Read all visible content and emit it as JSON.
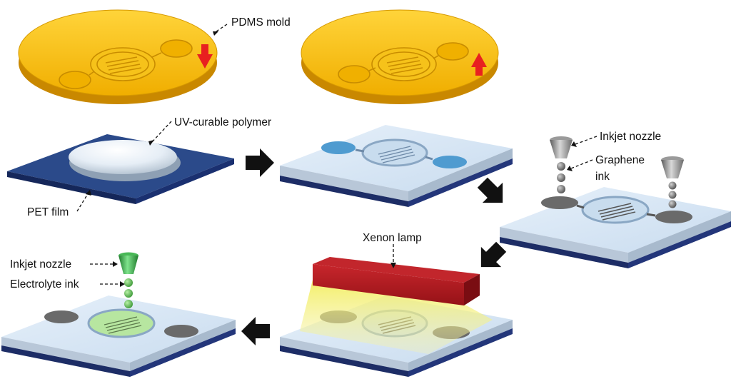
{
  "labels": {
    "pdms_mold": "PDMS mold",
    "uv_polymer": "UV-curable polymer",
    "pet_film": "PET film",
    "inkjet_nozzle_1": "Inkjet nozzle",
    "graphene_ink_line1": "Graphene",
    "graphene_ink_line2": "ink",
    "xenon_lamp": "Xenon lamp",
    "inkjet_nozzle_2": "Inkjet nozzle",
    "electrolyte_ink": "Electrolyte ink"
  },
  "colors": {
    "mold": "#f2b705",
    "mold_edge": "#d08e00",
    "pet_film": "#223f7a",
    "substrate_top": "#dbe9f6",
    "substrate_base": "#1d2d66",
    "polymer": "#eef5fb",
    "press_arrow": "#e82020",
    "process_arrow": "#111111",
    "graphene_ink": "#6e6e6e",
    "lamp": "#a5161c",
    "light": "#f3ee78",
    "electrolyte": "#2f9e3f"
  },
  "icons": [
    "down-arrow-icon",
    "up-arrow-icon",
    "right-arrow-icon",
    "down-right-arrow-icon",
    "down-left-arrow-icon",
    "left-arrow-icon",
    "inkjet-nozzle-icon",
    "xenon-lamp-icon"
  ]
}
